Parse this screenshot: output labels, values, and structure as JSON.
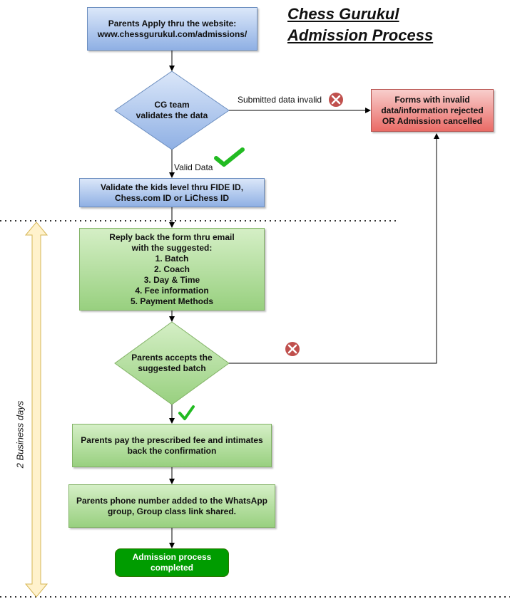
{
  "title": {
    "line1": "Chess Gurukul",
    "line2": "Admission Process"
  },
  "nodes": {
    "apply": {
      "line1": "Parents Apply thru the website:",
      "line2": "www.chessgurukul.com/admissions/"
    },
    "validate": {
      "line1": "CG team",
      "line2": "validates the data"
    },
    "rejected": {
      "line1": "Forms with invalid",
      "line2": "data/information rejected",
      "line3": "OR Admission cancelled"
    },
    "level": {
      "line1": "Validate the kids level thru FIDE ID,",
      "line2": "Chess.com ID or LiChess ID"
    },
    "reply": {
      "intro1": "Reply back the form thru email",
      "intro2": "with the suggested:",
      "items": [
        "1. Batch",
        "2. Coach",
        "3. Day & Time",
        "4. Fee information",
        "5. Payment Methods"
      ]
    },
    "accept": {
      "line1": "Parents accepts the",
      "line2": "suggested batch"
    },
    "pay": {
      "line1": "Parents pay the prescribed fee and intimates",
      "line2": "back the confirmation"
    },
    "whatsapp": {
      "line1": "Parents phone number added to the WhatsApp",
      "line2": "group, Group class link shared."
    },
    "completed": {
      "line1": "Admission process",
      "line2": "completed"
    }
  },
  "edges": {
    "invalid_label": "Submitted data invalid",
    "valid_label": "Valid Data"
  },
  "timeline_label": "2 Business days",
  "icons": {
    "reject": "x-circle-icon",
    "approve": "check-mark-icon"
  },
  "colors": {
    "blue_fill": "#a9c4eb",
    "green_fill": "#b9e0a5",
    "red_fill": "#f19c99",
    "dark_green": "#009c00",
    "reject_icon": "#c0504d",
    "check_icon": "#22bb22",
    "timeline_arrow": "#fff2cc"
  }
}
